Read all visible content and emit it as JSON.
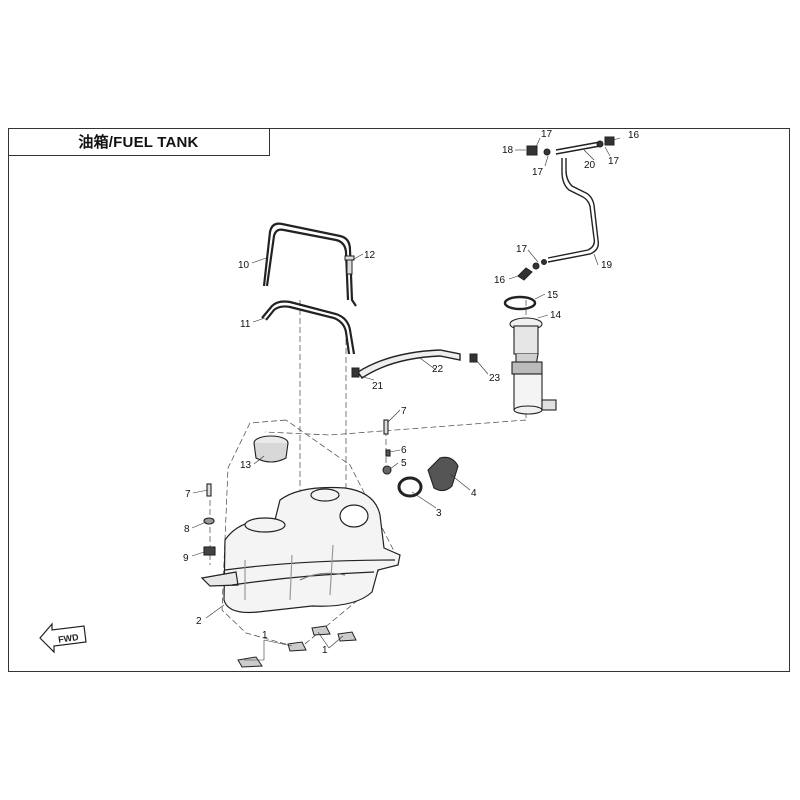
{
  "title": "油箱/FUEL TANK",
  "fwd_label": "FWD",
  "colors": {
    "line": "#222222",
    "leader": "#333333",
    "part_fill": "#f4f4f4",
    "shade": "#bdbdbd"
  },
  "callouts": [
    {
      "id": "c1a",
      "label": "1"
    },
    {
      "id": "c1b",
      "label": "1"
    },
    {
      "id": "c2",
      "label": "2"
    },
    {
      "id": "c3",
      "label": "3"
    },
    {
      "id": "c4",
      "label": "4"
    },
    {
      "id": "c5",
      "label": "5"
    },
    {
      "id": "c6",
      "label": "6"
    },
    {
      "id": "c7a",
      "label": "7"
    },
    {
      "id": "c7b",
      "label": "7"
    },
    {
      "id": "c8",
      "label": "8"
    },
    {
      "id": "c9",
      "label": "9"
    },
    {
      "id": "c10",
      "label": "10"
    },
    {
      "id": "c11",
      "label": "11"
    },
    {
      "id": "c12",
      "label": "12"
    },
    {
      "id": "c13",
      "label": "13"
    },
    {
      "id": "c14",
      "label": "14"
    },
    {
      "id": "c15",
      "label": "15"
    },
    {
      "id": "c16a",
      "label": "16"
    },
    {
      "id": "c16b",
      "label": "16"
    },
    {
      "id": "c17a",
      "label": "17"
    },
    {
      "id": "c17b",
      "label": "17"
    },
    {
      "id": "c17c",
      "label": "17"
    },
    {
      "id": "c17d",
      "label": "17"
    },
    {
      "id": "c18",
      "label": "18"
    },
    {
      "id": "c19",
      "label": "19"
    },
    {
      "id": "c20",
      "label": "20"
    },
    {
      "id": "c21",
      "label": "21"
    },
    {
      "id": "c22",
      "label": "22"
    },
    {
      "id": "c23",
      "label": "23"
    }
  ]
}
